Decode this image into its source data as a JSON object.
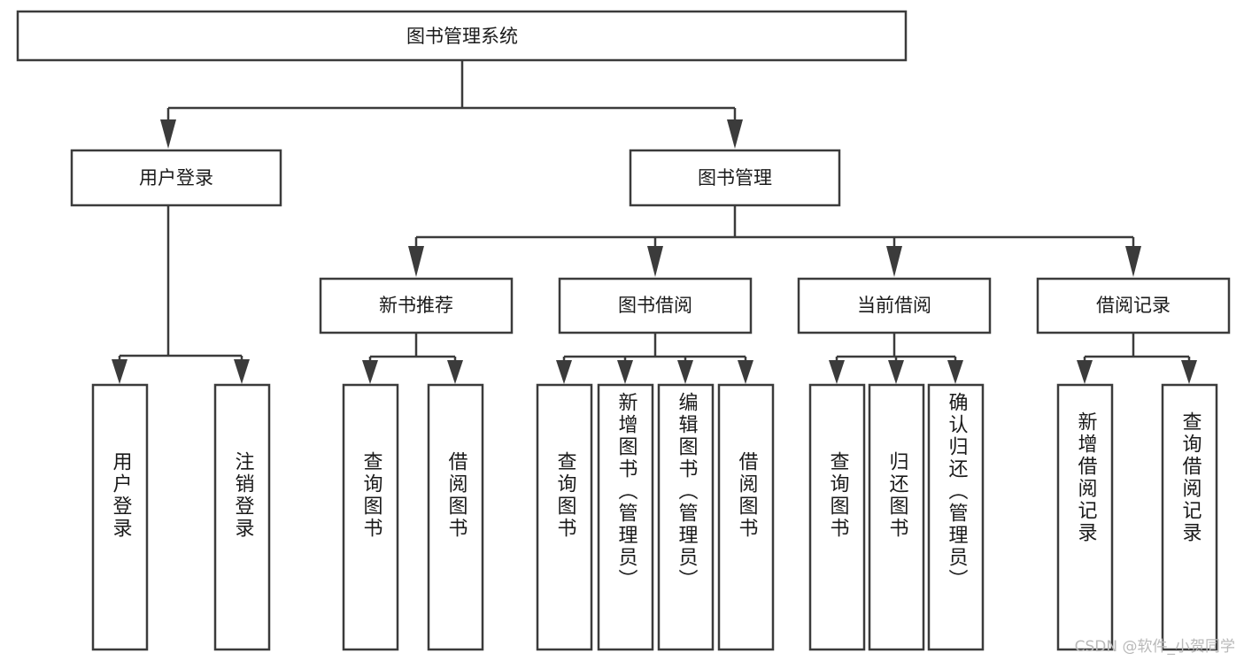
{
  "diagram": {
    "type": "hierarchy-tree",
    "title": "图书管理系统",
    "levels": 4,
    "root": {
      "id": "root",
      "label": "图书管理系统"
    },
    "level2": [
      {
        "id": "user-login",
        "label": "用户登录"
      },
      {
        "id": "book-manage",
        "label": "图书管理"
      }
    ],
    "level3": [
      {
        "id": "new-book-recommend",
        "label": "新书推荐",
        "parent": "book-manage"
      },
      {
        "id": "book-borrow",
        "label": "图书借阅",
        "parent": "book-manage"
      },
      {
        "id": "current-borrow",
        "label": "当前借阅",
        "parent": "book-manage"
      },
      {
        "id": "borrow-record",
        "label": "借阅记录",
        "parent": "book-manage"
      }
    ],
    "leaves": {
      "user-login": [
        {
          "id": "leaf-user-login",
          "label": "用户登录"
        },
        {
          "id": "leaf-user-logout",
          "label": "注销登录"
        }
      ],
      "new-book-recommend": [
        {
          "id": "leaf-query-book-1",
          "label": "查询图书"
        },
        {
          "id": "leaf-borrow-book-1",
          "label": "借阅图书"
        }
      ],
      "book-borrow": [
        {
          "id": "leaf-query-book-2",
          "label": "查询图书"
        },
        {
          "id": "leaf-add-book-admin",
          "label": "新增图书（管理员）"
        },
        {
          "id": "leaf-edit-book-admin",
          "label": "编辑图书（管理员）"
        },
        {
          "id": "leaf-borrow-book-2",
          "label": "借阅图书"
        }
      ],
      "current-borrow": [
        {
          "id": "leaf-query-book-3",
          "label": "查询图书"
        },
        {
          "id": "leaf-return-book",
          "label": "归还图书"
        },
        {
          "id": "leaf-confirm-return-admin",
          "label": "确认归还（管理员）"
        }
      ],
      "borrow-record": [
        {
          "id": "leaf-add-borrow-record",
          "label": "新增借阅记录"
        },
        {
          "id": "leaf-query-borrow-record",
          "label": "查询借阅记录"
        }
      ]
    }
  },
  "watermark": {
    "text": "CSDN @软件_小贺同学"
  },
  "colors": {
    "stroke": "#3b3b3b",
    "fill": "#ffffff",
    "text": "#1a1a1a",
    "watermark": "#b9b9b9"
  }
}
